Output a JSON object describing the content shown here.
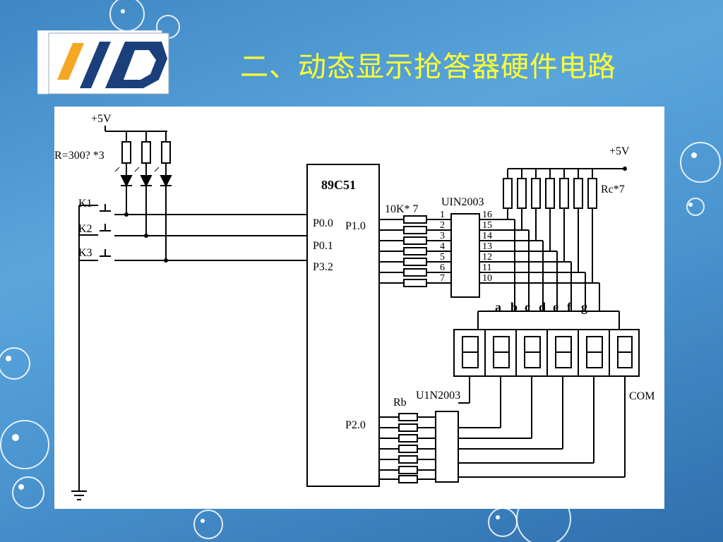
{
  "slide": {
    "title": "二、动态显示抢答器硬件电路",
    "colors": {
      "background": "#4a94d0",
      "title": "#ffff33",
      "panel": "#ffffff"
    }
  },
  "logo": {
    "icon": "company-logo-icon",
    "text": "IID"
  },
  "circuit": {
    "mcu_label": "89C51",
    "vcc_left": "+5V",
    "vcc_right": "+5V",
    "led_resistor_label": "R=300? *3",
    "keys": [
      "K1",
      "K2",
      "K3"
    ],
    "pin_p00": "P0.0",
    "pin_p01": "P0.1",
    "pin_p32": "P3.2",
    "pin_p10": "P1.0",
    "pin_p20": "P2.0",
    "r10k_label": "10K* 7",
    "driver1_label": "UIN2003",
    "driver2_label": "U1N2003",
    "rc_label": "Rc*7",
    "rb_label": "Rb",
    "driver_in_pins": [
      "1",
      "2",
      "3",
      "4",
      "5",
      "6",
      "7"
    ],
    "driver_out_pins": [
      "16",
      "15",
      "14",
      "13",
      "12",
      "11",
      "10"
    ],
    "segment_labels": [
      "a",
      "b",
      "c",
      "d",
      "e",
      "f",
      "g"
    ],
    "com_label": "COM"
  }
}
